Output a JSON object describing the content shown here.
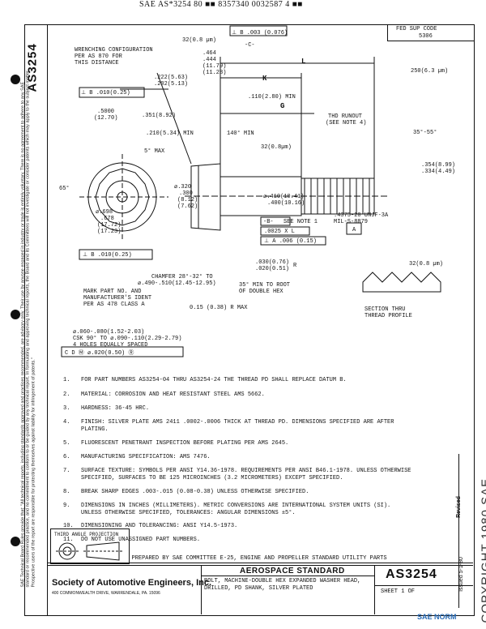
{
  "header": {
    "code_line": "SAE AS*3254 80 ■■ 8357340 0032587 4 ■■"
  },
  "fed_sup_code": {
    "label": "FED SUP CODE",
    "value": "5306"
  },
  "left_strip": {
    "document_code": "AS3254",
    "disclaimer": "SAE Technical Board Rules provide that: \"All technical reports, including standards approved and practices recommended, are advisory only. Their use by anyone engaged in industry or trade is entirely voluntary. There is no agreement to adhere to any SAE standard or recommended practice, and no commitment to conform to or be guided by any technical report. In formulating and approving technical reports, the Board and its Committees will not investigate or consider patents which may apply to the subject matter. Prospective users of the report are responsible for protecting themselves against liability for infringement of patents.\""
  },
  "drawing": {
    "dims": [
      "32(0.8 µm)",
      "⊥ B .003 (0.076)",
      "-C-",
      ".464",
      ".444",
      "(11.79)",
      "(11.28)",
      "WRENCHING CONFIGURATION",
      "PER AS 870 FOR",
      "THIS DISTANCE",
      ".222(5.63)",
      ".202(5.13)",
      "L",
      "250(6.3 µm)",
      "K",
      ".110(2.80) MIN",
      "⊥ B .010(0.25)",
      ".5000",
      "(12.70)",
      ".351(8.92)",
      "G",
      "THD RUNOUT",
      "(SEE NOTE 4)",
      "35°-55°",
      ".210(5.34) MIN",
      "140° MIN",
      "5° MAX",
      "32(0.8µm)",
      ".354(8.99)",
      ".334(4.49)",
      "65°",
      "⌀.320",
      ".300",
      "(8.12)",
      "(7.62)",
      "⌀.410(10.41)",
      ".400(10.16)",
      "⌀.698",
      ".678",
      "(17.72)",
      "(17.23)",
      "-B-",
      "SEE NOTE 1",
      ".4375-20 UNJF-3A",
      "MIL-S-8879",
      ".0025 X L",
      "A",
      "⊥ A .006 (0.15)",
      "⊥ B .010(0.25)",
      ".030(0.76)",
      ".020(0.51)",
      "R",
      "32(0.8 µm)",
      "CHAMFER 28°-32° TO",
      "⌀.490-.510(12.45-12.95)",
      "MARK PART NO. AND",
      "MANUFACTURER'S IDENT",
      "PER AS 478 CLASS A",
      "35° MIN TO ROOT",
      "OF DOUBLE HEX",
      "0.15 (0.38) R MAX",
      "SECTION THRU",
      "THREAD PROFILE",
      "⌀.060-.080(1.52-2.03)",
      "CSK 90° TO ⌀.090-.110(2.29-2.79)",
      "4 HOLES EQUALLY SPACED",
      "C D Ⓜ ⌀.020(0.50) Ⓡ"
    ]
  },
  "notes": [
    {
      "num": "1.",
      "text": "FOR PART NUMBERS AS3254-04 THRU AS3254-24 THE THREAD PD SHALL REPLACE DATUM B."
    },
    {
      "num": "2.",
      "text": "MATERIAL: CORROSION AND HEAT RESISTANT STEEL AMS 5662."
    },
    {
      "num": "3.",
      "text": "HARDNESS: 36-45 HRC."
    },
    {
      "num": "4.",
      "text": "FINISH: SILVER PLATE AMS 2411 .0002-.0006 THICK AT THREAD PD. DIMENSIONS SPECIFIED ARE AFTER",
      "cont": "PLATING."
    },
    {
      "num": "5.",
      "text": "FLUORESCENT PENETRANT INSPECTION BEFORE PLATING PER AMS 2645."
    },
    {
      "num": "6.",
      "text": "MANUFACTURING SPECIFICATION: AMS 7476."
    },
    {
      "num": "7.",
      "text": "SURFACE TEXTURE: SYMBOLS PER ANSI Y14.36-1978. REQUIREMENTS PER ANSI B46.1-1978. UNLESS OTHERWISE",
      "cont": "SPECIFIED, SURFACES TO BE 125 MICROINCHES (3.2 MICROMETERS) EXCEPT SPECIFIED."
    },
    {
      "num": "8.",
      "text": "BREAK SHARP EDGES .003-.015 (0.08-0.38) UNLESS OTHERWISE SPECIFIED."
    },
    {
      "num": "9.",
      "text": "DIMENSIONS IN INCHES (MILLIMETERS). METRIC CONVERSIONS ARE INTERNATIONAL SYSTEM UNITS (SI).",
      "cont": "UNLESS OTHERWISE SPECIFIED, TOLERANCES: ANGULAR DIMENSIONS ±5°."
    },
    {
      "num": "10.",
      "text": "DIMENSIONING AND TOLERANCING: ANSI Y14.5-1973."
    },
    {
      "num": "11.",
      "text": "DO NOT USE UNASSIGNED PART NUMBERS."
    }
  ],
  "title_block": {
    "third_angle": "THIRD ANGLE PROJECTION",
    "prepared_by": "PREPARED BY SAE COMMITTEE E-25, ENGINE AND PROPELLER STANDARD UTILITY PARTS",
    "society": "Society of Automotive Engineers, Inc.",
    "address": "400 COMMONWEALTH DRIVE, WARRENDALE, PA. 15096",
    "category": "AEROSPACE STANDARD",
    "title_line1": "BOLT, MACHINE-DOUBLE HEX EXPANDED WASHER HEAD,",
    "title_line2": "DRILLED, PD SHANK, SILVER PLATED",
    "doc_number": "AS3254",
    "sheet": "SHEET 1 OF",
    "issued": "Issued 5-1-80",
    "revised": "Revised"
  },
  "copyright": "COPYRIGHT 1980 SAE",
  "watermark": "SAE NORM"
}
